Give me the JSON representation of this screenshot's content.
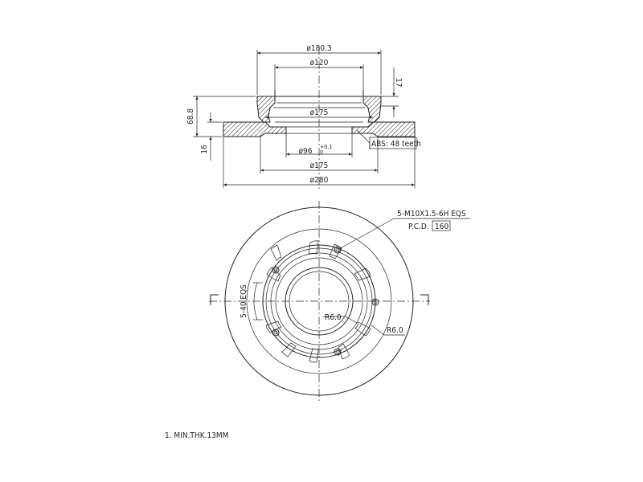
{
  "section_view": {
    "dims": {
      "d_top": "ø180.3",
      "d_inner_top": "ø120",
      "height_17": "17",
      "height_total": "68.8",
      "d_175_upper": "ø175",
      "thickness": "16",
      "d_96": "ø96",
      "d_96_tol_upper": "+0.1",
      "d_96_tol_lower": "0",
      "d_175_lower": "ø175",
      "d_280": "ø280"
    },
    "abs_label": "ABS: 48 teeth"
  },
  "front_view": {
    "thread_label": "5-M10X1.5-6H EQS",
    "pcd_prefix": "P.C.D.",
    "pcd_value": "160",
    "bolt_angle": "5-40 EQS",
    "radius_1": "R6.0",
    "radius_2": "R6.0"
  },
  "note": "1. MIN.THK.13MM"
}
